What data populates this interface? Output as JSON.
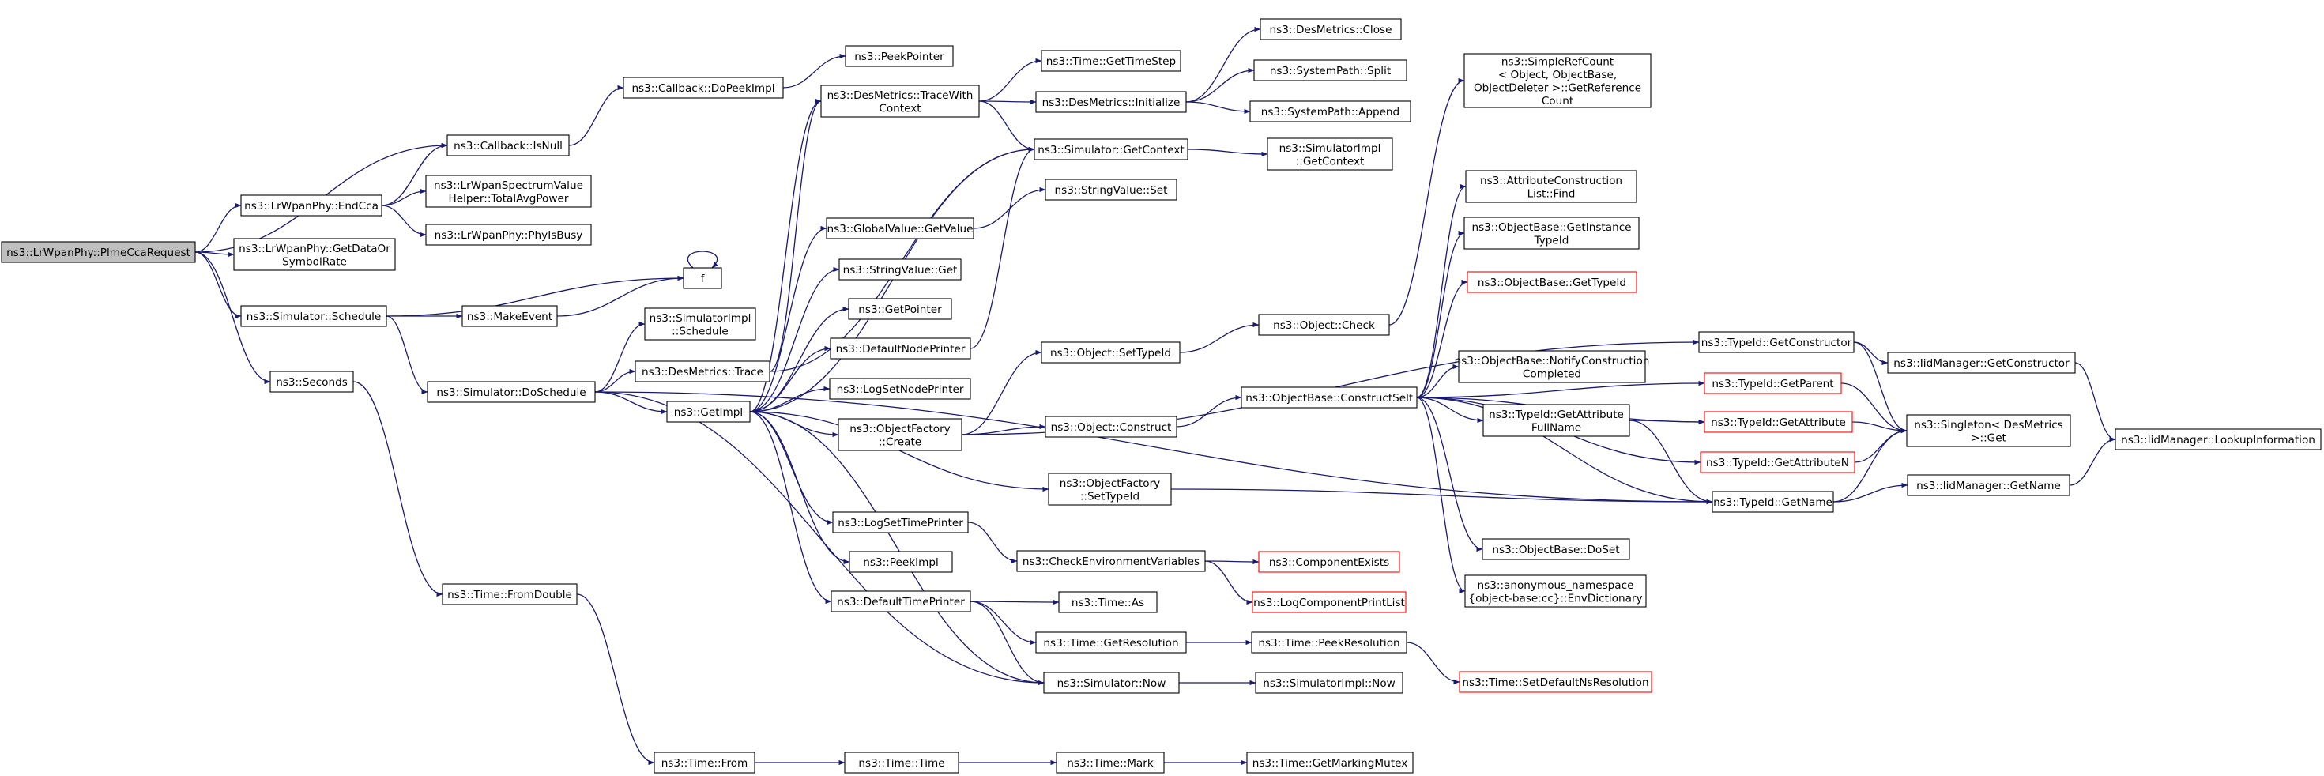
{
  "colors": {
    "edge": "#191970",
    "highlight_fill": "#bfbfbf",
    "incomplete_border": "#ff0000"
  },
  "nodes": {
    "plme_cca_request": [
      "ns3::LrWpanPhy::PlmeCcaRequest"
    ],
    "callback_is_null": [
      "ns3::Callback::IsNull"
    ],
    "end_cca": [
      "ns3::LrWpanPhy::EndCca"
    ],
    "get_data_or_symbol_rate": [
      "ns3::LrWpanPhy::GetDataOr",
      "SymbolRate"
    ],
    "simulator_schedule": [
      "ns3::Simulator::Schedule"
    ],
    "seconds": [
      "ns3::Seconds"
    ],
    "callback_do_peek_impl": [
      "ns3::Callback::DoPeekImpl"
    ],
    "peek_pointer": [
      "ns3::PeekPointer"
    ],
    "total_avg_power": [
      "ns3::LrWpanSpectrumValue",
      "Helper::TotalAvgPower"
    ],
    "phy_is_busy": [
      "ns3::LrWpanPhy::PhyIsBusy"
    ],
    "f": [
      "f"
    ],
    "make_event": [
      "ns3::MakeEvent"
    ],
    "simulator_do_schedule": [
      "ns3::Simulator::DoSchedule"
    ],
    "simulator_impl_schedule": [
      "ns3::SimulatorImpl",
      "::Schedule"
    ],
    "des_metrics_trace": [
      "ns3::DesMetrics::Trace"
    ],
    "get_impl": [
      "ns3::GetImpl"
    ],
    "time_from_double": [
      "ns3::Time::FromDouble"
    ],
    "time_from": [
      "ns3::Time::From"
    ],
    "des_metrics_trace_with_context": [
      "ns3::DesMetrics::TraceWith",
      "Context"
    ],
    "time_get_time_step": [
      "ns3::Time::GetTimeStep"
    ],
    "des_metrics_initialize": [
      "ns3::DesMetrics::Initialize"
    ],
    "des_metrics_close": [
      "ns3::DesMetrics::Close"
    ],
    "system_path_split": [
      "ns3::SystemPath::Split"
    ],
    "system_path_append": [
      "ns3::SystemPath::Append"
    ],
    "simulator_get_context": [
      "ns3::Simulator::GetContext"
    ],
    "simulator_impl_get_context": [
      "ns3::SimulatorImpl",
      "::GetContext"
    ],
    "string_value_set": [
      "ns3::StringValue::Set"
    ],
    "global_value_get_value": [
      "ns3::GlobalValue::GetValue"
    ],
    "string_value_get": [
      "ns3::StringValue::Get"
    ],
    "get_pointer": [
      "ns3::GetPointer"
    ],
    "default_node_printer": [
      "ns3::DefaultNodePrinter"
    ],
    "log_set_node_printer": [
      "ns3::LogSetNodePrinter"
    ],
    "object_factory_create": [
      "ns3::ObjectFactory",
      "::Create"
    ],
    "object_set_type_id": [
      "ns3::Object::SetTypeId"
    ],
    "object_construct": [
      "ns3::Object::Construct"
    ],
    "object_check": [
      "ns3::Object::Check"
    ],
    "simple_ref_count": [
      "ns3::SimpleRefCount",
      "< Object, ObjectBase,",
      "ObjectDeleter >::GetReference",
      "Count"
    ],
    "attribute_construction_list_find": [
      "ns3::AttributeConstruction",
      "List::Find"
    ],
    "object_base_get_instance_type_id": [
      "ns3::ObjectBase::GetInstance",
      "TypeId"
    ],
    "object_base_get_type_id": [
      "ns3::ObjectBase::GetTypeId"
    ],
    "object_base_construct_self": [
      "ns3::ObjectBase::ConstructSelf"
    ],
    "object_base_notify_construction_completed": [
      "ns3::ObjectBase::NotifyConstruction",
      "Completed"
    ],
    "type_id_get_attribute_full_name": [
      "ns3::TypeId::GetAttribute",
      "FullName"
    ],
    "object_base_do_set": [
      "ns3::ObjectBase::DoSet"
    ],
    "anonymous_namespace_env_dictionary": [
      "ns3::anonymous_namespace",
      "{object-base:cc}::EnvDictionary"
    ],
    "object_factory_set_type_id": [
      "ns3::ObjectFactory",
      "::SetTypeId"
    ],
    "log_set_time_printer": [
      "ns3::LogSetTimePrinter"
    ],
    "peek_impl": [
      "ns3::PeekImpl"
    ],
    "default_time_printer": [
      "ns3::DefaultTimePrinter"
    ],
    "check_environment_variables": [
      "ns3::CheckEnvironmentVariables"
    ],
    "component_exists": [
      "ns3::ComponentExists"
    ],
    "log_component_print_list": [
      "ns3::LogComponentPrintList"
    ],
    "time_as": [
      "ns3::Time::As"
    ],
    "time_get_resolution": [
      "ns3::Time::GetResolution"
    ],
    "time_peek_resolution": [
      "ns3::Time::PeekResolution"
    ],
    "time_set_default_ns_resolution": [
      "ns3::Time::SetDefaultNsResolution"
    ],
    "simulator_now": [
      "ns3::Simulator::Now"
    ],
    "simulator_impl_now": [
      "ns3::SimulatorImpl::Now"
    ],
    "time_time": [
      "ns3::Time::Time"
    ],
    "time_mark": [
      "ns3::Time::Mark"
    ],
    "time_get_marking_mutex": [
      "ns3::Time::GetMarkingMutex"
    ],
    "type_id_get_constructor": [
      "ns3::TypeId::GetConstructor"
    ],
    "type_id_get_parent": [
      "ns3::TypeId::GetParent"
    ],
    "type_id_get_attribute": [
      "ns3::TypeId::GetAttribute"
    ],
    "type_id_get_attribute_n": [
      "ns3::TypeId::GetAttributeN"
    ],
    "type_id_get_name": [
      "ns3::TypeId::GetName"
    ],
    "iid_manager_get_constructor": [
      "ns3::IidManager::GetConstructor"
    ],
    "singleton_get": [
      "ns3::Singleton< DesMetrics",
      ">::Get"
    ],
    "iid_manager_get_name": [
      "ns3::IidManager::GetName"
    ],
    "iid_manager_lookup_information": [
      "ns3::IidManager::LookupInformation"
    ]
  }
}
